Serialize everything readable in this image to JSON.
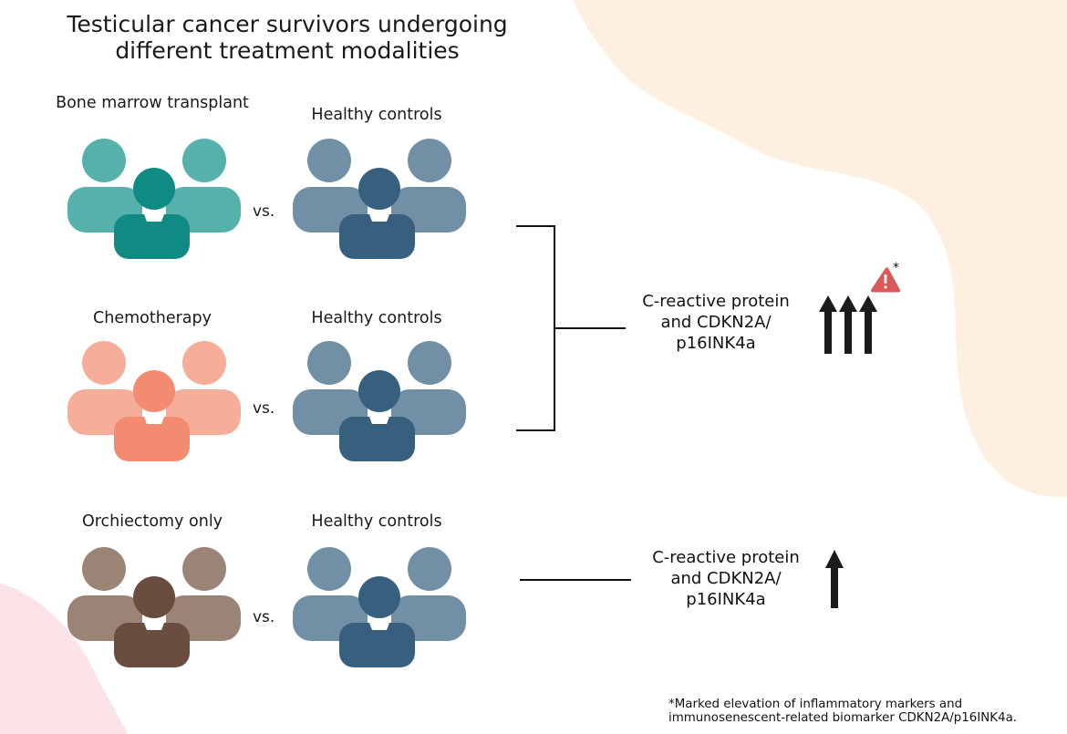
{
  "title": "Testicular cancer survivors undergoing different treatment modalities",
  "comparisons": [
    {
      "treatment": "Bone marrow transplant",
      "control": "Healthy controls",
      "vs": "vs.",
      "color_back": "#56b1ad",
      "color_front": "#0f8b84"
    },
    {
      "treatment": "Chemotherapy",
      "control": "Healthy controls",
      "vs": "vs.",
      "color_back": "#f6ae9b",
      "color_front": "#f28b6f"
    },
    {
      "treatment": "Orchiectomy only",
      "control": "Healthy controls",
      "vs": "vs.",
      "color_back": "#9b8376",
      "color_front": "#6a4d3f"
    }
  ],
  "control_colors": {
    "back": "#7290a5",
    "front": "#375f7e"
  },
  "results": [
    {
      "text": "C-reactive protein and CDKN2A/ p16INK4a",
      "arrow_count": 3,
      "warning": true,
      "warning_mark": "*",
      "warning_color": "#d9595b"
    },
    {
      "text": "C-reactive protein and CDKN2A/ p16INK4a",
      "arrow_count": 1,
      "warning": false
    }
  ],
  "footnote": "*Marked elevation of inflammatory markers and immunosenescent-related biomarker CDKN2A/p16INK4a.",
  "colors": {
    "blob_peach": "#fdf0e1",
    "blob_pink": "#fbe3e7",
    "arrow": "#1b1b1b",
    "bracket": "#111111"
  }
}
